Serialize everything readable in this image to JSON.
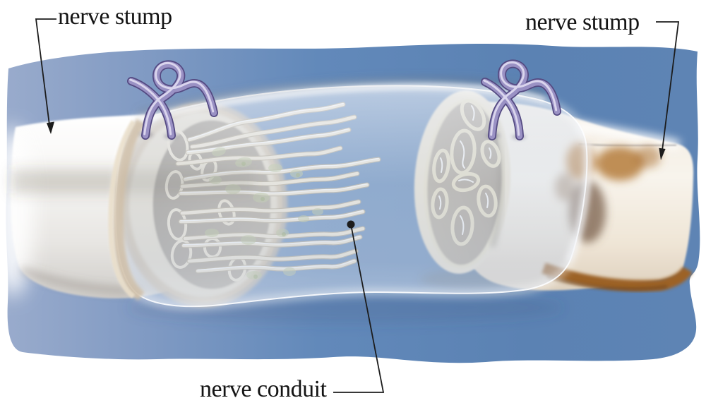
{
  "labels": {
    "left_nerve_stump": "nerve stump",
    "right_nerve_stump": "nerve stump",
    "nerve_conduit": "nerve conduit"
  },
  "palette": {
    "background": "#ffffff",
    "panel_blue_left": "#99abcc",
    "panel_blue_right": "#5b82b3",
    "suture_purple": "#796fae",
    "suture_highlight": "#ded9f0",
    "stump_white": "#f6f5f3",
    "sheath_cream": "#e9dfcc",
    "epineurium_tan": "#cdbba2",
    "cut_face_taupe": "#a89e90",
    "axon_cream": "#f2e8d4",
    "axon_outline": "#b9ac92",
    "schwann_cell_green": "#b9c38f",
    "conduit_fill": "#cfdae9",
    "bare_nerve_brown": "#9c6226",
    "label_text": "#141414",
    "leader_line": "#1c1c1c"
  }
}
